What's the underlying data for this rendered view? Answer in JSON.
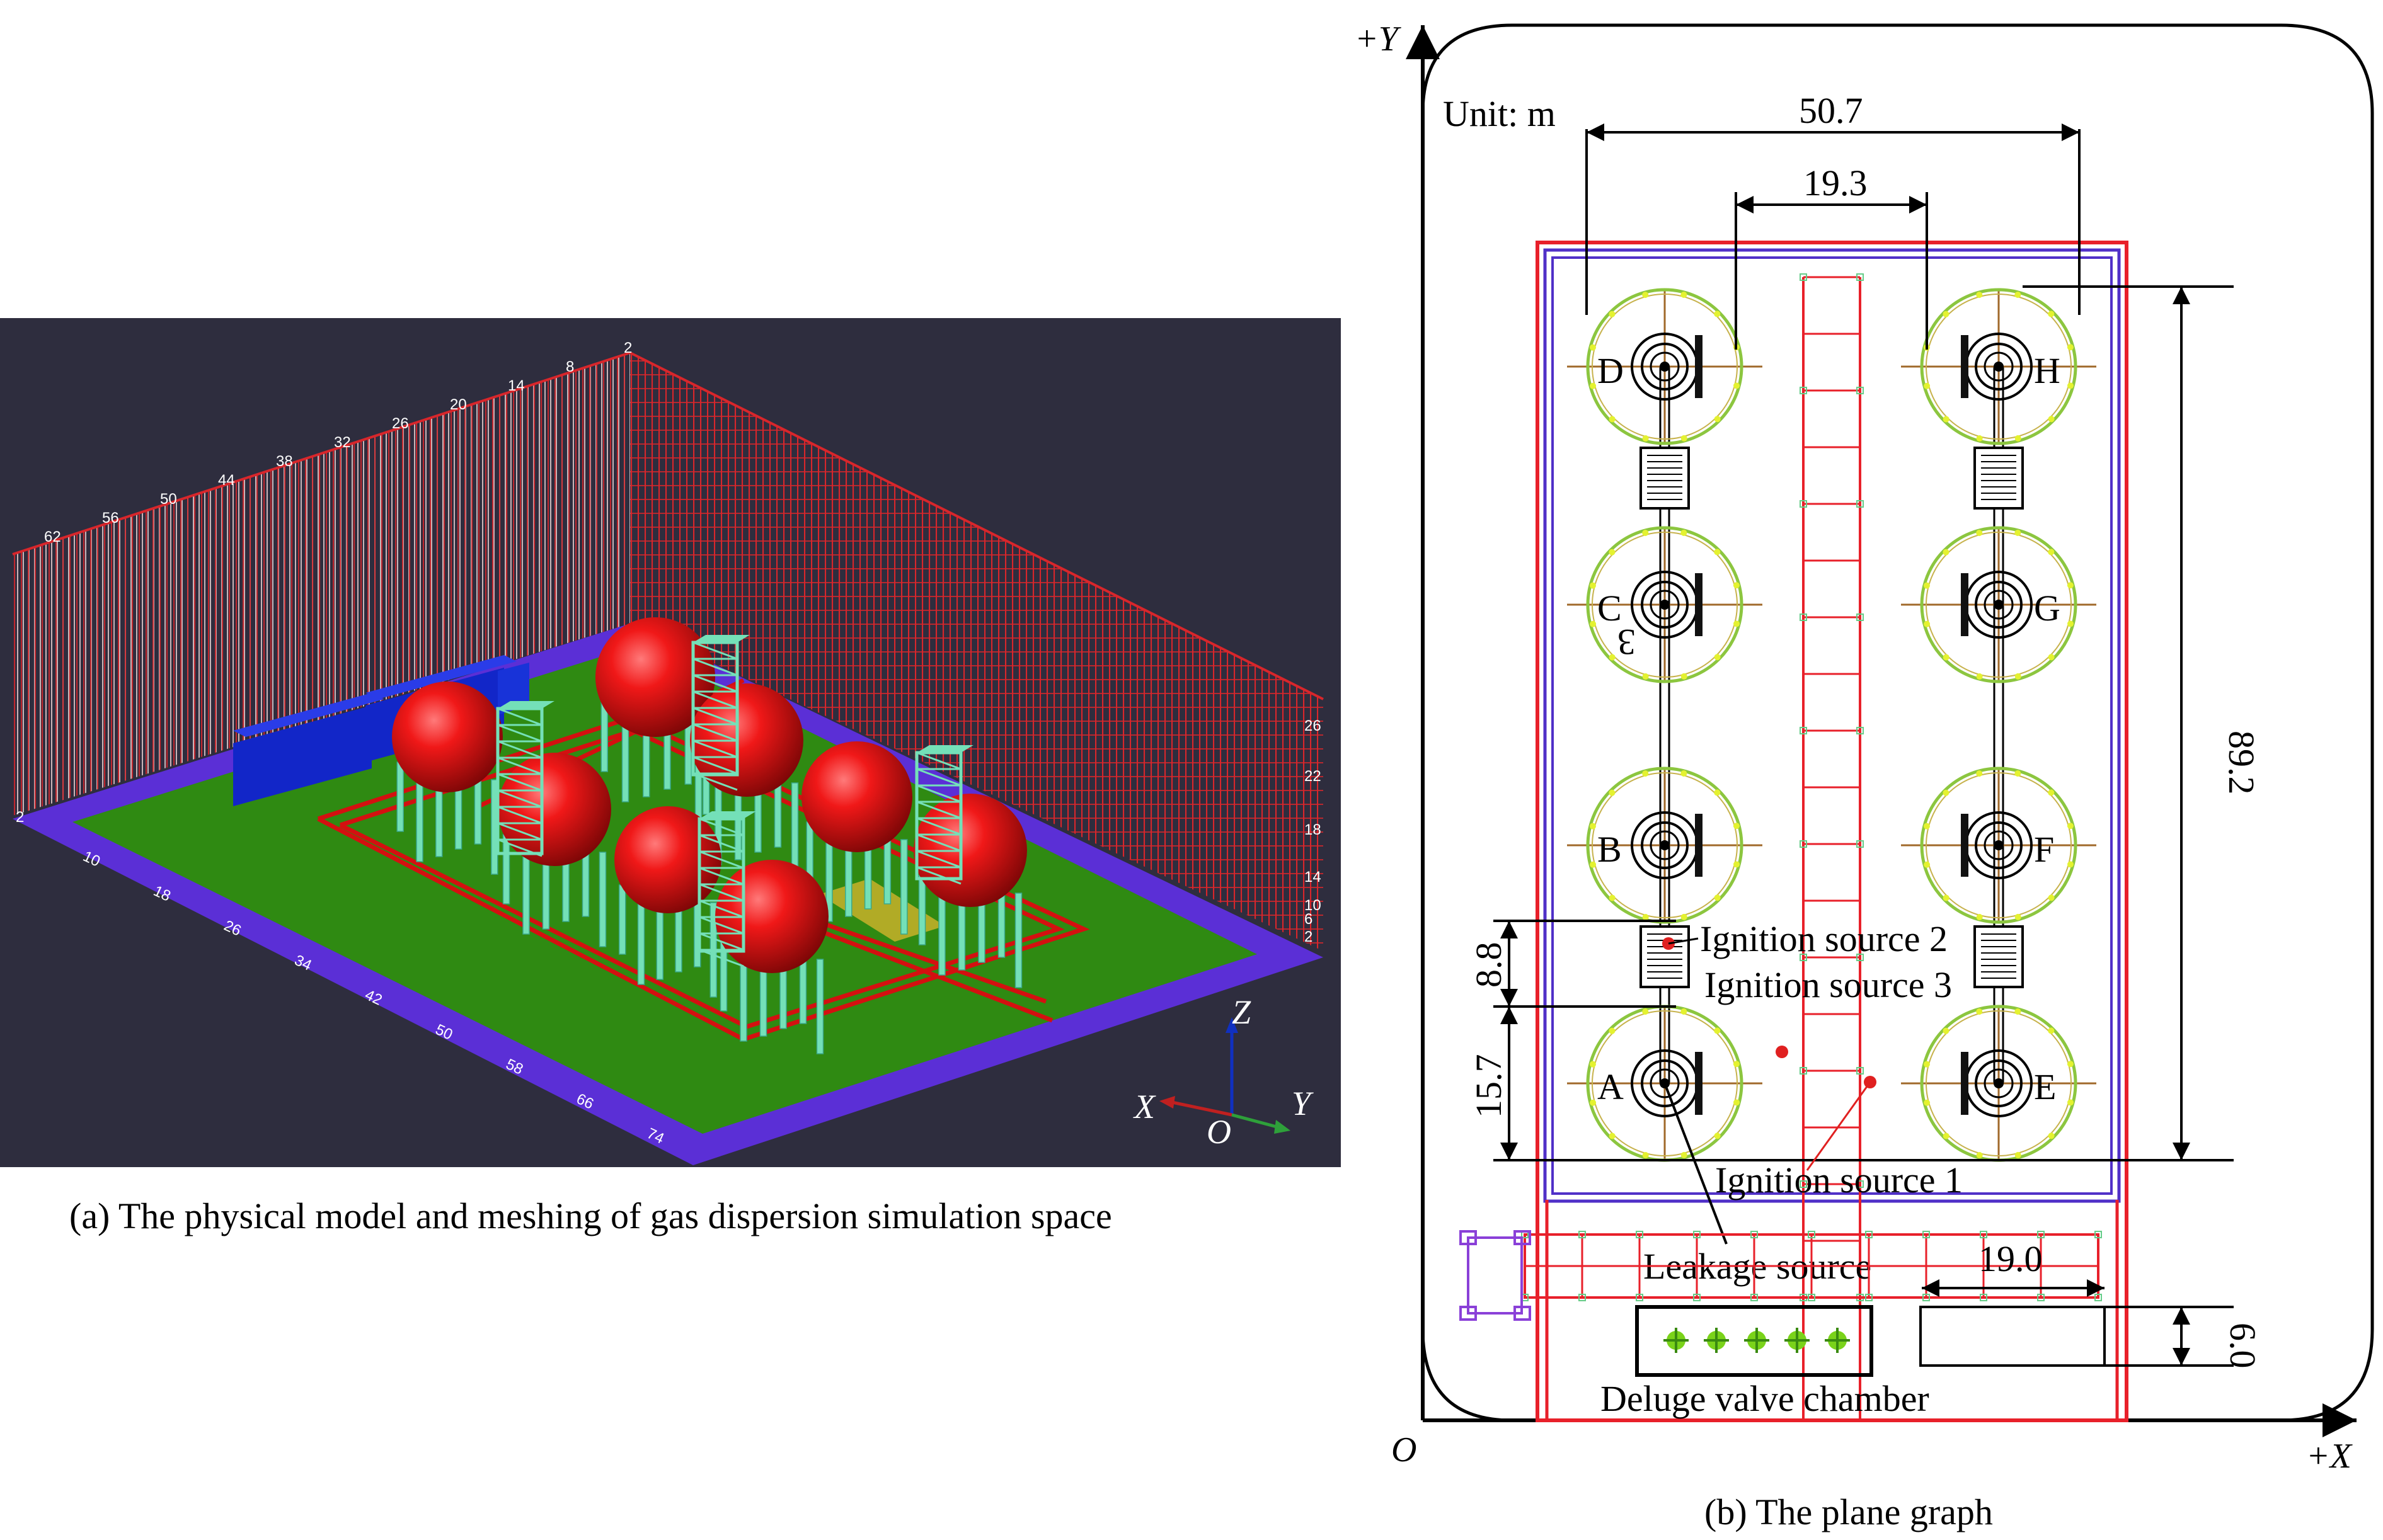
{
  "panel_a": {
    "caption": "(a) The physical model and meshing of gas dispersion simulation space",
    "axes": {
      "x": "X",
      "y": "Y",
      "z": "Z",
      "origin": "O"
    },
    "back_ticks": [
      "62",
      "56",
      "50",
      "44",
      "38",
      "32",
      "26",
      "20",
      "14",
      "8",
      "2"
    ],
    "front_ticks": [
      "10",
      "18",
      "26",
      "34",
      "42",
      "50",
      "58",
      "66",
      "74"
    ],
    "right_ticks": [
      "26",
      "22",
      "18",
      "14",
      "10",
      "6",
      "2"
    ],
    "left_tick": "2",
    "colors": {
      "background": "#2e2d3e",
      "ground": "#2f8a12",
      "border": "#5b2fd6",
      "sphere": "#e01010",
      "mesh": "#d8262b",
      "building": "#1226c8",
      "structure": "#74e0b8"
    }
  },
  "panel_b": {
    "caption": "(b) The plane graph",
    "unit_label": "Unit: m",
    "axes": {
      "y": "+Y",
      "x": "+X",
      "origin": "O"
    },
    "tanks": [
      "A",
      "B",
      "C",
      "D",
      "E",
      "F",
      "G",
      "H"
    ],
    "dimensions": {
      "total_width": "50.7",
      "inner_width": "19.3",
      "total_length": "89.2",
      "gap": "8.8",
      "offset": "15.7",
      "chamber_width": "19.0",
      "chamber_depth": "6.0"
    },
    "labels": {
      "ignition_1": "Ignition source 1",
      "ignition_2": "Ignition source 2",
      "ignition_3": "Ignition source 3",
      "leakage": "Leakage source",
      "deluge": "Deluge valve chamber",
      "mark": "3"
    },
    "colors": {
      "boundary": "#e8202a",
      "fence": "#5030c8",
      "tank_ring": "#8cc63f",
      "pipe": "#a0692a",
      "ignition": "#e02020",
      "valve": "#7ad31a"
    }
  }
}
